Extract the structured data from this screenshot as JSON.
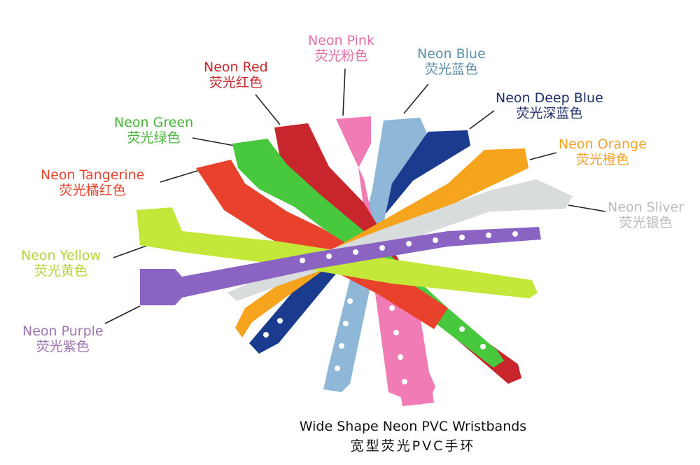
{
  "colors": {
    "pink": "#f07bb5",
    "blue": "#8fb8d8",
    "red": "#c8252c",
    "deep_blue": "#1b3b8f",
    "green": "#48c93d",
    "orange": "#f6a31d",
    "tangerine": "#e8412c",
    "sliver": "#d9dcdc",
    "yellow": "#c4e83a",
    "purple": "#8a63c3"
  },
  "labels": [
    {
      "id": "pink",
      "en": "Neon Pink",
      "zh": "荧光粉色",
      "color": "#e26fa8"
    },
    {
      "id": "blue",
      "en": "Neon Blue",
      "zh": "荧光蓝色",
      "color": "#5b8fa8"
    },
    {
      "id": "red",
      "en": "Neon Red",
      "zh": "荧光红色",
      "color": "#c8252c"
    },
    {
      "id": "deep_blue",
      "en": "Neon Deep Blue",
      "zh": "荧光深蓝色",
      "color": "#1f2f6a"
    },
    {
      "id": "green",
      "en": "Neon Green",
      "zh": "荧光绿色",
      "color": "#48b53a"
    },
    {
      "id": "orange",
      "en": "Neon Orange",
      "zh": "荧光橙色",
      "color": "#f0a22a"
    },
    {
      "id": "tangerine",
      "en": "Neon Tangerine",
      "zh": "荧光橘红色",
      "color": "#e5442f"
    },
    {
      "id": "sliver",
      "en": "Neon Sliver",
      "zh": "荧光银色",
      "color": "#b8bcbc"
    },
    {
      "id": "yellow",
      "en": "Neon Yellow",
      "zh": "荧光黄色",
      "color": "#b5d33a"
    },
    {
      "id": "purple",
      "en": "Neon Purple",
      "zh": "荧光紫色",
      "color": "#9a73b0"
    }
  ],
  "caption": {
    "en": "Wide Shape Neon PVC Wristbands",
    "zh": "宽型荧光PVC手环"
  }
}
